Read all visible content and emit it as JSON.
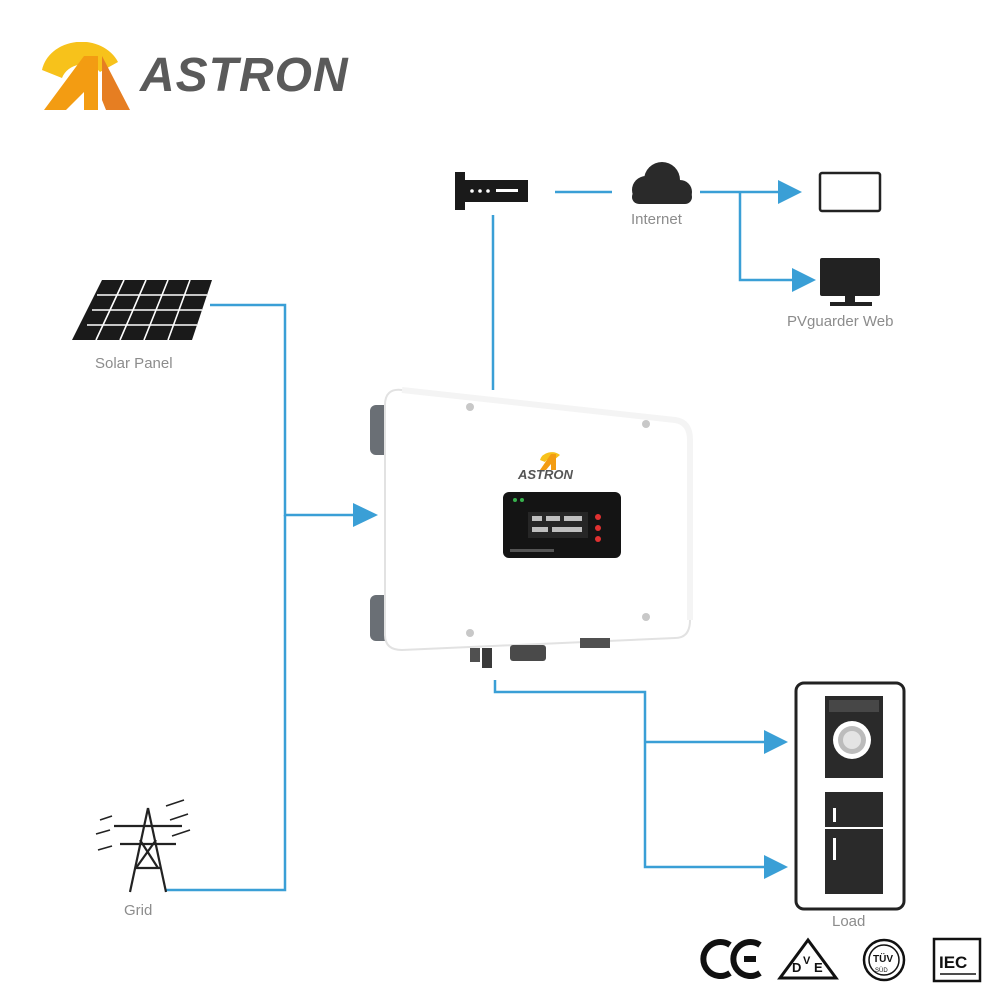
{
  "brand": {
    "name": "ASTRON",
    "accent_orange": "#f39c12",
    "accent_yellow": "#f7c21b"
  },
  "nodes": {
    "solar_panel": {
      "label": "Solar Panel",
      "icon": "solar-panel-icon"
    },
    "grid": {
      "label": "Grid",
      "icon": "power-tower-icon"
    },
    "inverter": {
      "brand_label": "ASTRON",
      "icon": "inverter-icon"
    },
    "router": {
      "icon": "wifi-dongle-icon"
    },
    "internet": {
      "label": "Internet",
      "icon": "cloud-icon"
    },
    "tablet": {
      "icon": "tablet-icon"
    },
    "pvguarder": {
      "label": "PVguarder Web",
      "icon": "monitor-icon"
    },
    "load": {
      "label": "Load",
      "icons": [
        "washing-machine-icon",
        "refrigerator-icon"
      ]
    }
  },
  "certifications": [
    {
      "name": "CE",
      "icon": "ce-mark-icon"
    },
    {
      "name": "VDE",
      "icon": "vde-mark-icon"
    },
    {
      "name": "TÜV SÜD",
      "icon": "tuv-sud-icon"
    },
    {
      "name": "IEC",
      "icon": "iec-mark-icon"
    }
  ],
  "colors": {
    "connector_line": "#3a9fd6",
    "icon_dark": "#222222",
    "label_gray": "#8c8c8c"
  }
}
